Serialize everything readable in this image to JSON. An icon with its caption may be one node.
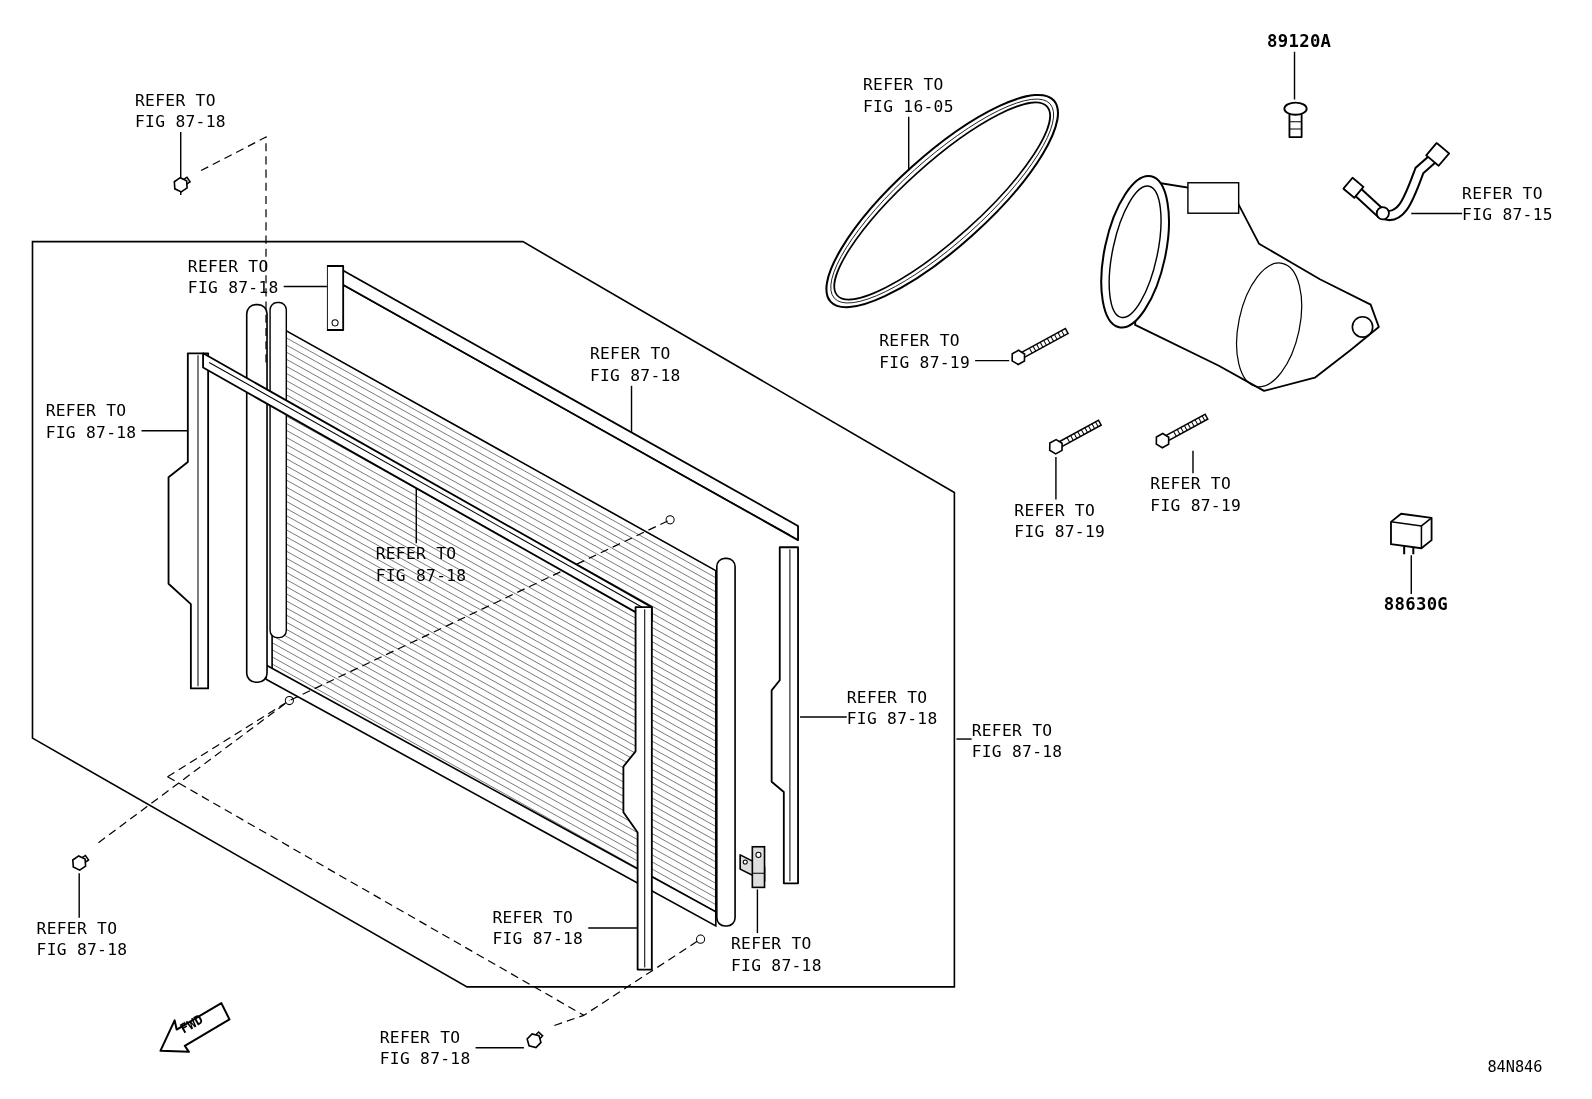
{
  "diagram": {
    "nodes": [
      {
        "text": [
          "REFER TO FIG 87-18"
        ]
      },
      {
        "text": [],
        "shape": "picture"
      },
      {
        "text": [
          "REFER TO FIG 16-05"
        ]
      },
      {
        "text": [],
        "shape": "picture"
      },
      {
        "text": [
          "89120A"
        ]
      },
      {
        "text": [],
        "shape": "picture"
      },
      {
        "text": [
          "REFER TO FIG 87-15"
        ]
      },
      {
        "text": [],
        "shape": "picture"
      },
      {
        "text": [
          "REFER TO FIG 87-19"
        ]
      },
      {
        "text": [],
        "shape": "picture"
      },
      {
        "text": [
          "REFER TO FIG 87-19"
        ]
      },
      {
        "text": [],
        "shape": "picture"
      },
      {
        "text": [
          "REFER TO FIG 87-19"
        ]
      },
      {
        "text": [],
        "shape": "picture"
      },
      {
        "text": [
          "88630G"
        ]
      },
      {
        "text": [],
        "shape": "picture"
      },
      {
        "text": [],
        "shape": "polygon"
      },
      {
        "text": [
          "REFER TO FIG 87-18"
        ],
        "in": 16
      },
      {
        "text": [],
        "shape": "picture",
        "in": 16
      },
      {
        "text": [
          "REFER TO FIG 87-18"
        ],
        "in": 16
      },
      {
        "text": [],
        "shape": "picture",
        "in": 16
      },
      {
        "text": [
          "REFER TO FIG 87-18"
        ],
        "in": 16
      },
      {
        "text": [
          "REFER TO FIG 87-18"
        ],
        "in": 16
      },
      {
        "text": [],
        "shape": "picture",
        "in": 16
      },
      {
        "text": [
          "REFER TO FIG 87-18"
        ],
        "in": 16
      },
      {
        "text": [],
        "shape": "picture",
        "in": 16
      },
      {
        "text": [
          "REFER TO FIG 87-18"
        ],
        "in": 16
      },
      {
        "text": [],
        "shape": "picture",
        "in": 16
      },
      {
        "text": [
          "REFER TO FIG 87-18"
        ],
        "in": 16
      },
      {
        "text": [],
        "shape": "picture",
        "in": 16
      },
      {
        "text": [
          "REFER TO FIG 87-18"
        ]
      },
      {
        "text": [
          "REFER TO FIG 87-18"
        ]
      },
      {
        "text": [],
        "shape": "picture"
      },
      {
        "text": [
          "REFER TO FIG 87-18"
        ]
      },
      {
        "text": [],
        "shape": "picture"
      }
    ],
    "edges": [
      {
        "from": 0,
        "to": 1,
        "arrow": "none"
      },
      {
        "from": 2,
        "to": 3,
        "arrow": "none"
      },
      {
        "from": 4,
        "to": 5,
        "arrow": "none"
      },
      {
        "from": 6,
        "to": 7,
        "arrow": "none"
      },
      {
        "from": 8,
        "to": 9,
        "arrow": "none"
      },
      {
        "from": 10,
        "to": 11,
        "arrow": "none"
      },
      {
        "from": 12,
        "to": 13,
        "arrow": "none"
      },
      {
        "from": 14,
        "to": 15,
        "arrow": "none"
      },
      {
        "from": 17,
        "to": 18,
        "arrow": "none"
      },
      {
        "from": 19,
        "to": 20,
        "arrow": "none"
      },
      {
        "from": 21,
        "to": 18,
        "arrow": "none"
      },
      {
        "from": 22,
        "to": 23,
        "arrow": "none"
      },
      {
        "from": 24,
        "to": 25,
        "arrow": "none"
      },
      {
        "from": 26,
        "to": 27,
        "arrow": "none"
      },
      {
        "from": 28,
        "to": 29,
        "arrow": "none"
      },
      {
        "from": 30,
        "to": 16,
        "arrow": "none"
      },
      {
        "from": 31,
        "to": 32,
        "arrow": "none"
      },
      {
        "from": 33,
        "to": 34,
        "arrow": "none"
      }
    ],
    "labels": [
      "FWD",
      "84N846"
    ]
  }
}
